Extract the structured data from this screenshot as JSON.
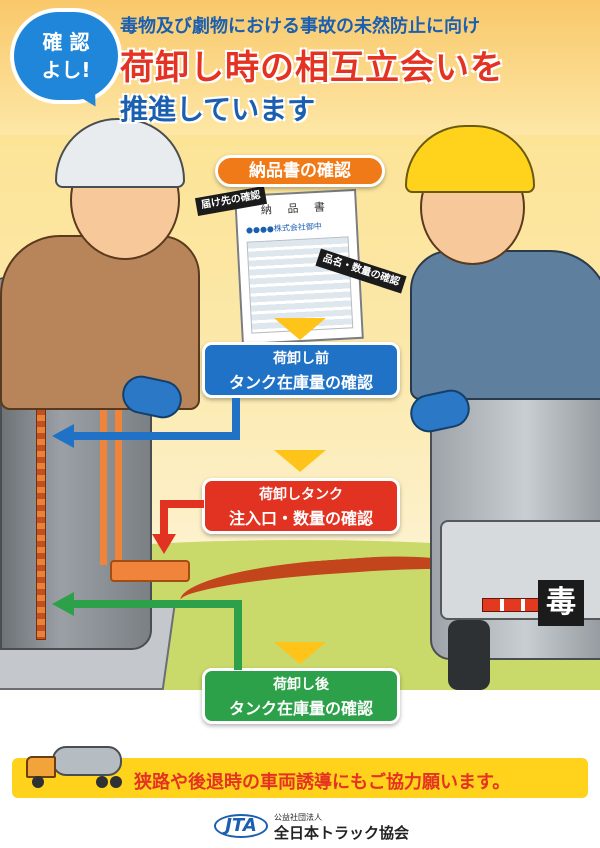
{
  "header": {
    "badge_line1": "確 認",
    "badge_line2": "よし!",
    "subtitle": "毒物及び劇物における事故の未然防止に向け",
    "title_line1": "荷卸し時の相互立会いを",
    "title_line2": "推進しています"
  },
  "document": {
    "box_label": "納品書の確認",
    "doc_title": "納 品 書",
    "doc_company": "●●●●株式会社御中",
    "tag_destination": "届け先の確認",
    "tag_item_quantity": "品名・数量の確認"
  },
  "flow": {
    "pre": {
      "head": "荷卸し前",
      "body": "タンク在庫量の確認"
    },
    "inlet": {
      "head": "荷卸しタンク",
      "body": "注入口・数量の確認"
    },
    "post": {
      "head": "荷卸し後",
      "body": "タンク在庫量の確認"
    }
  },
  "truck": {
    "poison_label": "毒"
  },
  "banner": {
    "text": "狭路や後退時の車両誘導にもご協力願います。"
  },
  "footer": {
    "logo": "JTA",
    "org_type": "公益社団法人",
    "org_name": "全日本トラック協会"
  },
  "colors": {
    "title_red": "#e43322",
    "title_blue": "#1b5fb0",
    "flow_orange": "#f07a18",
    "flow_blue": "#1f72c6",
    "flow_red": "#e23322",
    "flow_green": "#2da04a",
    "banner_yellow": "#ffd21c"
  },
  "icons": {
    "flow_step_marker": "down-triangle-icon",
    "direction_arrow": "arrow-left-icon"
  }
}
